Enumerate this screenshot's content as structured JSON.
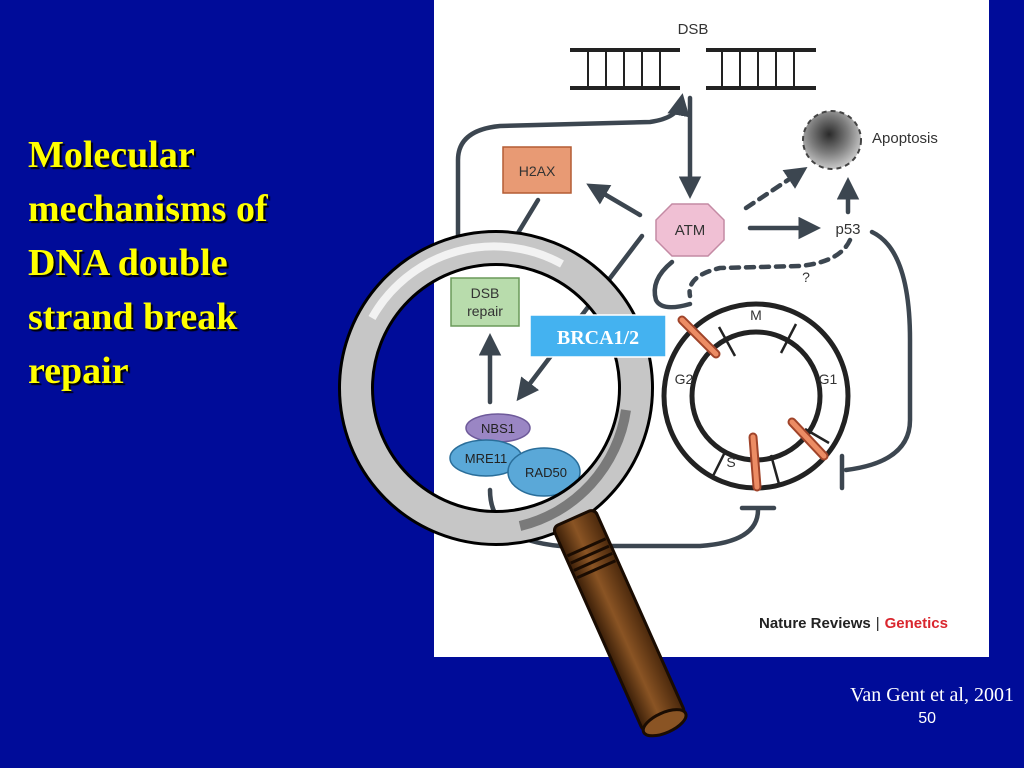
{
  "slide": {
    "title": "Molecular mechanisms of DNA double strand break repair",
    "citation": "Van Gent et al, 2001",
    "page_number": "50",
    "background_color": "#000c99",
    "title_color": "#ffff00"
  },
  "diagram": {
    "dsb_label": "DSB",
    "h2ax_label": "H2AX",
    "atm_label": "ATM",
    "apoptosis_label": "Apoptosis",
    "p53_label": "p53",
    "question_label": "?",
    "dsb_repair_line1": "DSB",
    "dsb_repair_line2": "repair",
    "brca_label": "BRCA1/2",
    "nbs1_label": "NBS1",
    "mre11_label": "MRE11",
    "rad50_label": "RAD50",
    "phase_m": "M",
    "phase_g1": "G1",
    "phase_s": "S",
    "phase_g2": "G2",
    "journal": "Nature Reviews",
    "separator": "|",
    "section": "Genetics",
    "section_color": "#d9262e",
    "magnifier_icon": "magnifying-glass-icon"
  }
}
